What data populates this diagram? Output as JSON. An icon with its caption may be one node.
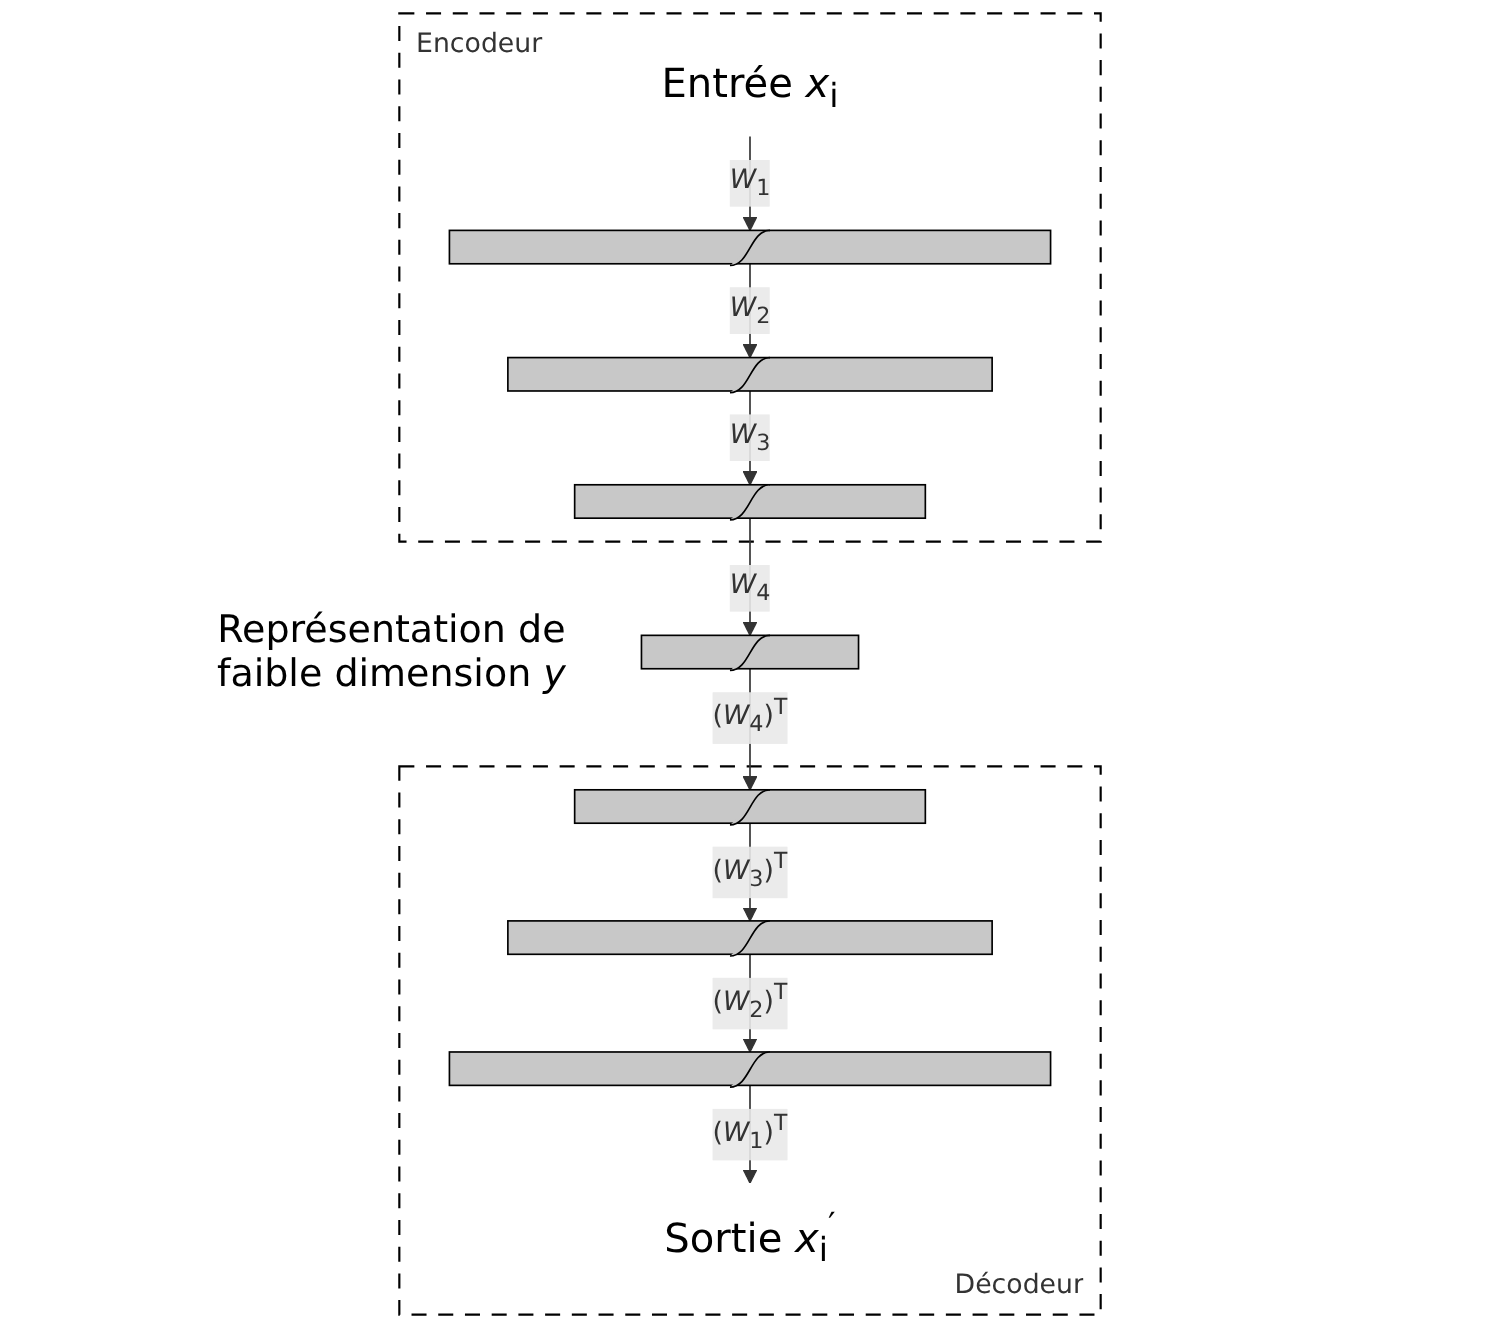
{
  "diagram": {
    "nodes": [
      {
        "text": [
          "Encodeur"
        ]
      },
      {
        "text": [
          "Entrée *x*$_{i}$"
        ],
        "in": 0
      },
      {
        "text": [],
        "shape": "bar",
        "in": 0
      },
      {
        "text": [],
        "shape": "bar",
        "in": 0
      },
      {
        "text": [],
        "shape": "bar",
        "in": 0
      },
      {
        "text": [],
        "shape": "bar",
        "beside": [
          "Représentation de faible dimension *y*"
        ]
      },
      {
        "text": [
          "Décodeur"
        ]
      },
      {
        "text": [],
        "shape": "bar",
        "in": 6
      },
      {
        "text": [],
        "shape": "bar",
        "in": 6
      },
      {
        "text": [],
        "shape": "bar",
        "in": 6
      },
      {
        "text": [
          "Sortie *x*$_{i}$$^{′}$"
        ],
        "in": 6
      }
    ],
    "edges": [
      {
        "from": 1,
        "to": 2,
        "arrow": "to",
        "label": "*W*$_{1}$"
      },
      {
        "from": 2,
        "to": 3,
        "arrow": "to",
        "label": "*W*$_{2}$"
      },
      {
        "from": 3,
        "to": 4,
        "arrow": "to",
        "label": "*W*$_{3}$"
      },
      {
        "from": 4,
        "to": 5,
        "arrow": "to",
        "label": "*W*$_{4}$"
      },
      {
        "from": 5,
        "to": 7,
        "arrow": "to",
        "label": "(*W*$_{4}$)$^{T}$"
      },
      {
        "from": 7,
        "to": 8,
        "arrow": "to",
        "label": "(*W*$_{3}$)$^{T}$"
      },
      {
        "from": 8,
        "to": 9,
        "arrow": "to",
        "label": "(*W*$_{2}$)$^{T}$"
      },
      {
        "from": 9,
        "to": 10,
        "arrow": "to",
        "label": "(*W*$_{1}$)$^{T}$"
      }
    ]
  }
}
